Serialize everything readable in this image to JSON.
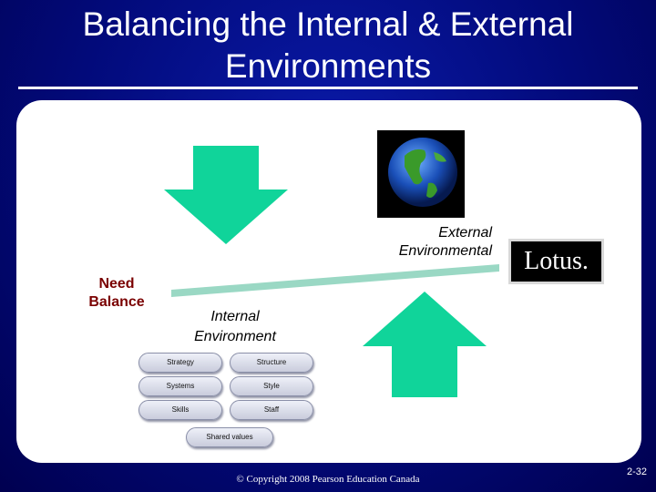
{
  "slide": {
    "title_line1": "Balancing the Internal & External",
    "title_line2": "Environments",
    "external_line1": "External",
    "external_line2": "Environmental",
    "need_line1": "Need",
    "need_line2": "Balance",
    "internal_line1": "Internal",
    "internal_line2": "Environment",
    "logo_text": "Lotus.",
    "footer": "© Copyright 2008 Pearson Education Canada",
    "page_number": "2-32"
  },
  "seven_s": {
    "strategy": "Strategy",
    "structure": "Structure",
    "systems": "Systems",
    "style": "Style",
    "skills": "Skills",
    "staff": "Staff",
    "shared_values": "Shared values"
  },
  "colors": {
    "background": "#020a7a",
    "arrow": "#10d49a",
    "beam": "#9ad8c4",
    "need_balance": "#7a0000"
  }
}
